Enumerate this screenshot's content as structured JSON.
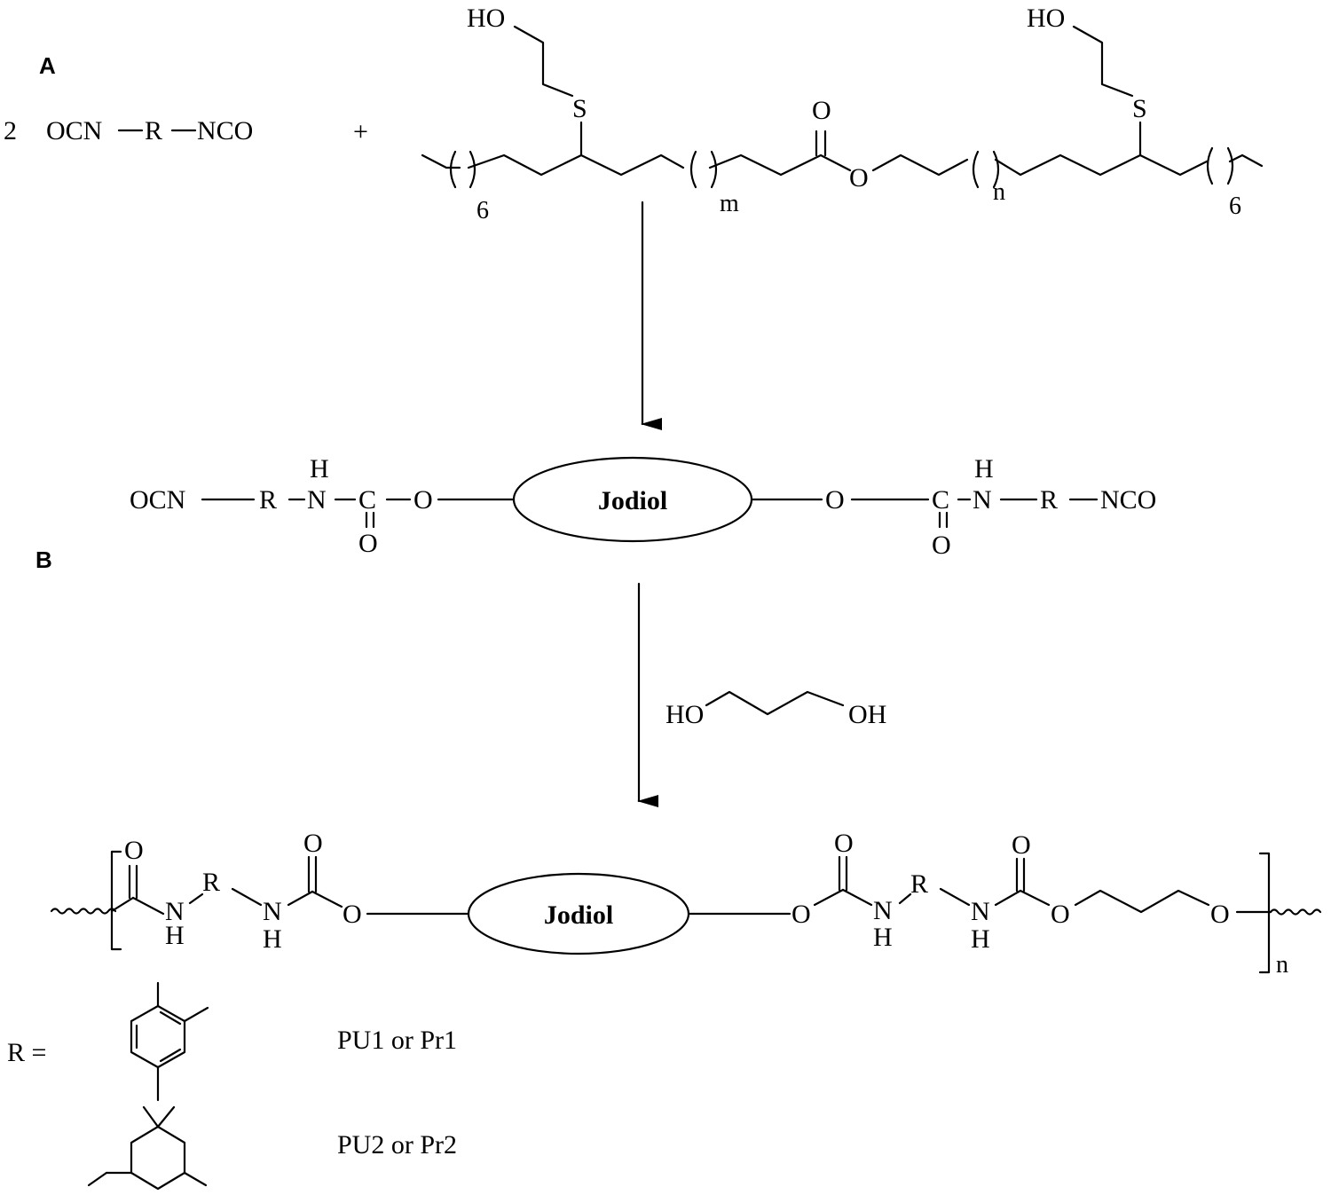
{
  "labels": {
    "panel_a": "A",
    "panel_b": "B"
  },
  "reactants": {
    "coefficient": "2",
    "ocn": "OCN",
    "r": "R",
    "nco": "NCO",
    "plus": "+"
  },
  "diol": {
    "ho_left": "HO",
    "ho_right": "HO",
    "s_left": "S",
    "s_right": "S",
    "carbonyl_o": "O",
    "ester_o": "O",
    "sub_6_left": "6",
    "sub_m": "m",
    "sub_n": "n",
    "sub_6_right": "6"
  },
  "prepolymer": {
    "ocn": "OCN",
    "r_left": "R",
    "h_left": "H",
    "n_left": "N",
    "c_left": "C",
    "o_left": "O",
    "o_down_left": "O",
    "core": "Jodiol",
    "o_right": "O",
    "c_right": "C",
    "o_down_right": "O",
    "h_right": "H",
    "n_right": "N",
    "r_right": "R",
    "nco": "NCO"
  },
  "chain_extender": {
    "ho": "HO",
    "oh": "OH"
  },
  "polymer": {
    "o1": "O",
    "n1": "N",
    "h1": "H",
    "r1": "R",
    "n2": "N",
    "h2": "H",
    "o2": "O",
    "o3": "O",
    "core": "Jodiol",
    "o4": "O",
    "o5": "O",
    "n3": "N",
    "h3": "H",
    "r2": "R",
    "n4": "N",
    "h4": "H",
    "o6": "O",
    "o7": "O",
    "o8": "O",
    "repeat": "n"
  },
  "r_groups": {
    "r_eq": "R =",
    "pu1": "PU1 or Pr1",
    "pu2": "PU2 or Pr2"
  }
}
